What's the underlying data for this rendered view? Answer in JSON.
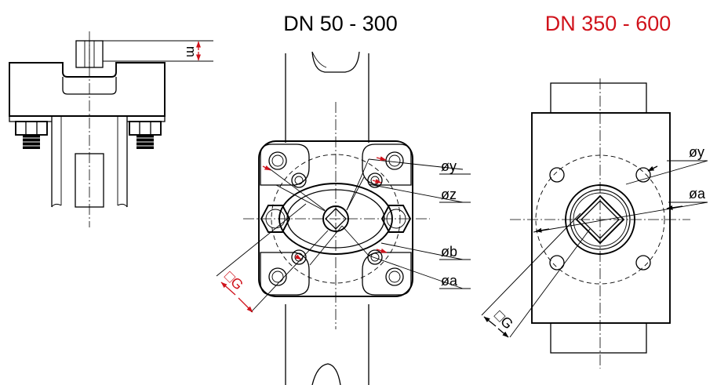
{
  "headings": {
    "small_range": "DN 50 - 300",
    "large_range": "DN 350 - 600"
  },
  "colors": {
    "highlight": "#d0121b",
    "line": "#000000"
  },
  "side_view": {
    "dimension_label": "m"
  },
  "view_small": {
    "labels": {
      "bolt_circle_y": "øy",
      "bolt_circle_z": "øz",
      "bolt_circle_b": "øb",
      "bolt_circle_a": "øa",
      "square_g": "□G"
    }
  },
  "view_large": {
    "labels": {
      "bolt_circle_y": "øy",
      "bolt_circle_a": "øa",
      "square_g": "□G"
    }
  }
}
